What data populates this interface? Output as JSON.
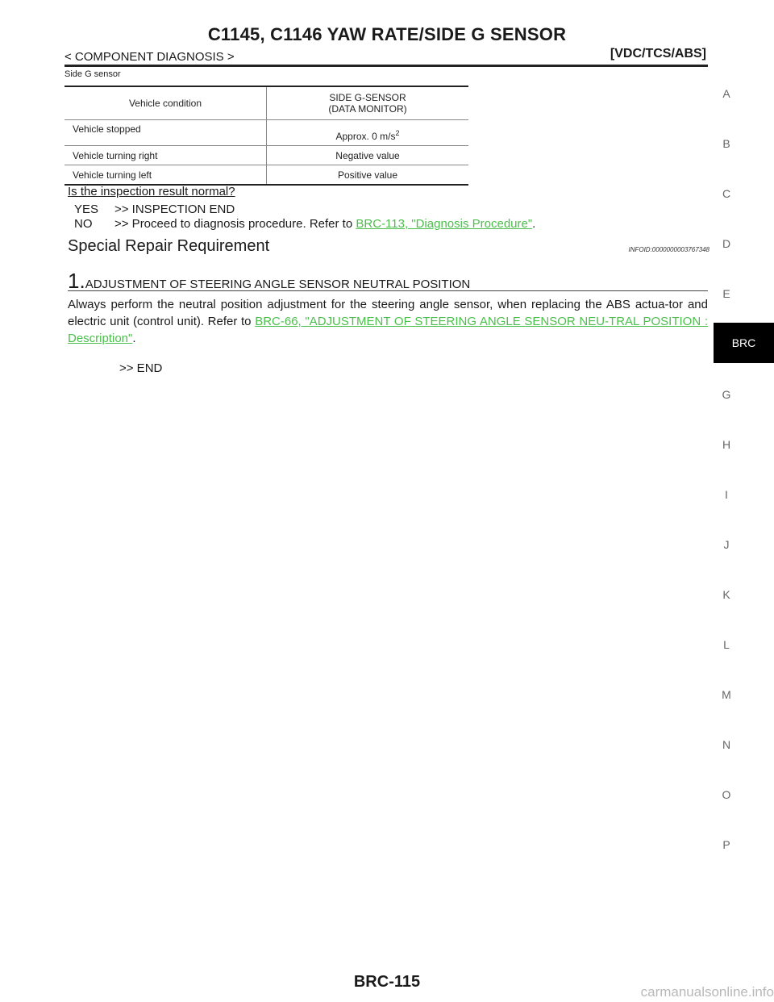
{
  "header": {
    "title": "C1145, C1146 YAW RATE/SIDE G SENSOR",
    "section": "< COMPONENT DIAGNOSIS >",
    "system": "[VDC/TCS/ABS]"
  },
  "subheading": "Side G sensor",
  "table": {
    "col1_header": "Vehicle condition",
    "col2_header_line1": "SIDE G-SENSOR",
    "col2_header_line2": "(DATA MONITOR)",
    "rows": [
      {
        "condition": "Vehicle stopped",
        "value": "Approx. 0 m/s",
        "sup": "2"
      },
      {
        "condition": "Vehicle turning right",
        "value": "Negative value"
      },
      {
        "condition": "Vehicle turning left",
        "value": "Positive value"
      }
    ]
  },
  "inspection": {
    "question": "Is the inspection result normal?",
    "yes_key": "YES",
    "yes_text": ">> INSPECTION END",
    "no_key": "NO",
    "no_text": ">> Proceed to diagnosis procedure. Refer to ",
    "no_link": "BRC-113, \"Diagnosis Procedure\"",
    "no_end": "."
  },
  "special": {
    "title": "Special Repair Requirement",
    "infoid": "INFOID:0000000003767348",
    "step_num": "1.",
    "step_title": "ADJUSTMENT OF STEERING ANGLE SENSOR NEUTRAL POSITION",
    "para_text": "Always perform the neutral position adjustment for the steering angle sensor, when replacing the ABS actua-tor and electric unit (control unit). Refer to ",
    "para_link": "BRC-66, \"ADJUSTMENT OF STEERING ANGLE SENSOR NEU-TRAL POSITION : Description\"",
    "para_end": ".",
    "end_text": ">> END"
  },
  "sidebar": {
    "letters": [
      "A",
      "B",
      "C",
      "D",
      "E",
      "G",
      "H",
      "I",
      "J",
      "K",
      "L",
      "M",
      "N",
      "O",
      "P"
    ],
    "active_tab": "BRC"
  },
  "footer": {
    "page": "BRC-115",
    "watermark": "carmanualsonline.info"
  }
}
